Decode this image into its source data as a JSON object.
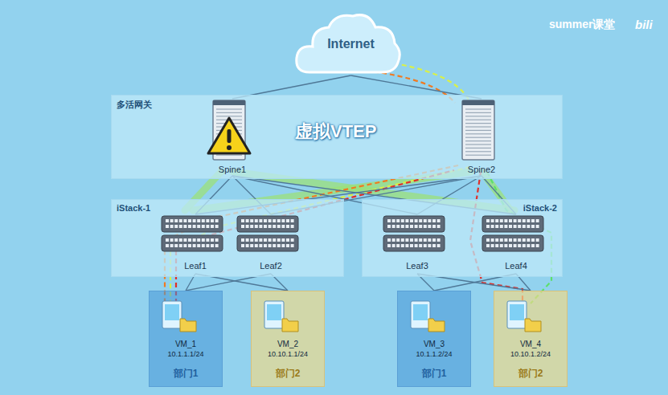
{
  "diagram": {
    "nodes": [
      {
        "text": [
          "Internet"
        ]
      },
      {
        "text": [
          "多活网关",
          "虚拟VTEP"
        ]
      },
      {
        "text": [
          "Spine1"
        ],
        "in": 1
      },
      {
        "text": [
          "Spine2"
        ],
        "in": 1
      },
      {
        "text": [
          "iStack-1"
        ]
      },
      {
        "text": [
          "Leaf1"
        ],
        "in": 4
      },
      {
        "text": [
          "Leaf2"
        ],
        "in": 4
      },
      {
        "text": [
          "iStack-2"
        ]
      },
      {
        "text": [
          "Leaf3"
        ],
        "in": 7
      },
      {
        "text": [
          "Leaf4"
        ],
        "in": 7
      },
      {
        "text": [
          "VM_1",
          "10.1.1.1/24",
          "部门1"
        ]
      },
      {
        "text": [
          "VM_2",
          "10.10.1.1/24",
          "部门2"
        ]
      },
      {
        "text": [
          "VM_3",
          "10.1.1.2/24",
          "部门1"
        ]
      },
      {
        "text": [
          "VM_4",
          "10.10.1.2/24",
          "部门2"
        ]
      }
    ],
    "edges": [
      {
        "from": 0,
        "to": 2,
        "arrow": "none"
      },
      {
        "from": 0,
        "to": 3,
        "arrow": "none"
      },
      {
        "from": 2,
        "to": 5,
        "arrow": "none"
      },
      {
        "from": 2,
        "to": 6,
        "arrow": "none"
      },
      {
        "from": 2,
        "to": 8,
        "arrow": "none"
      },
      {
        "from": 2,
        "to": 9,
        "arrow": "none"
      },
      {
        "from": 3,
        "to": 5,
        "arrow": "none"
      },
      {
        "from": 3,
        "to": 6,
        "arrow": "none"
      },
      {
        "from": 3,
        "to": 8,
        "arrow": "none"
      },
      {
        "from": 3,
        "to": 9,
        "arrow": "none"
      },
      {
        "from": 5,
        "to": 10,
        "arrow": "none"
      },
      {
        "from": 5,
        "to": 11,
        "arrow": "none"
      },
      {
        "from": 6,
        "to": 10,
        "arrow": "none"
      },
      {
        "from": 6,
        "to": 11,
        "arrow": "none"
      },
      {
        "from": 8,
        "to": 12,
        "arrow": "none"
      },
      {
        "from": 8,
        "to": 13,
        "arrow": "none"
      },
      {
        "from": 9,
        "to": 12,
        "arrow": "none"
      },
      {
        "from": 9,
        "to": 13,
        "arrow": "none"
      }
    ],
    "labels": [
      "summer课堂",
      "bili"
    ]
  }
}
